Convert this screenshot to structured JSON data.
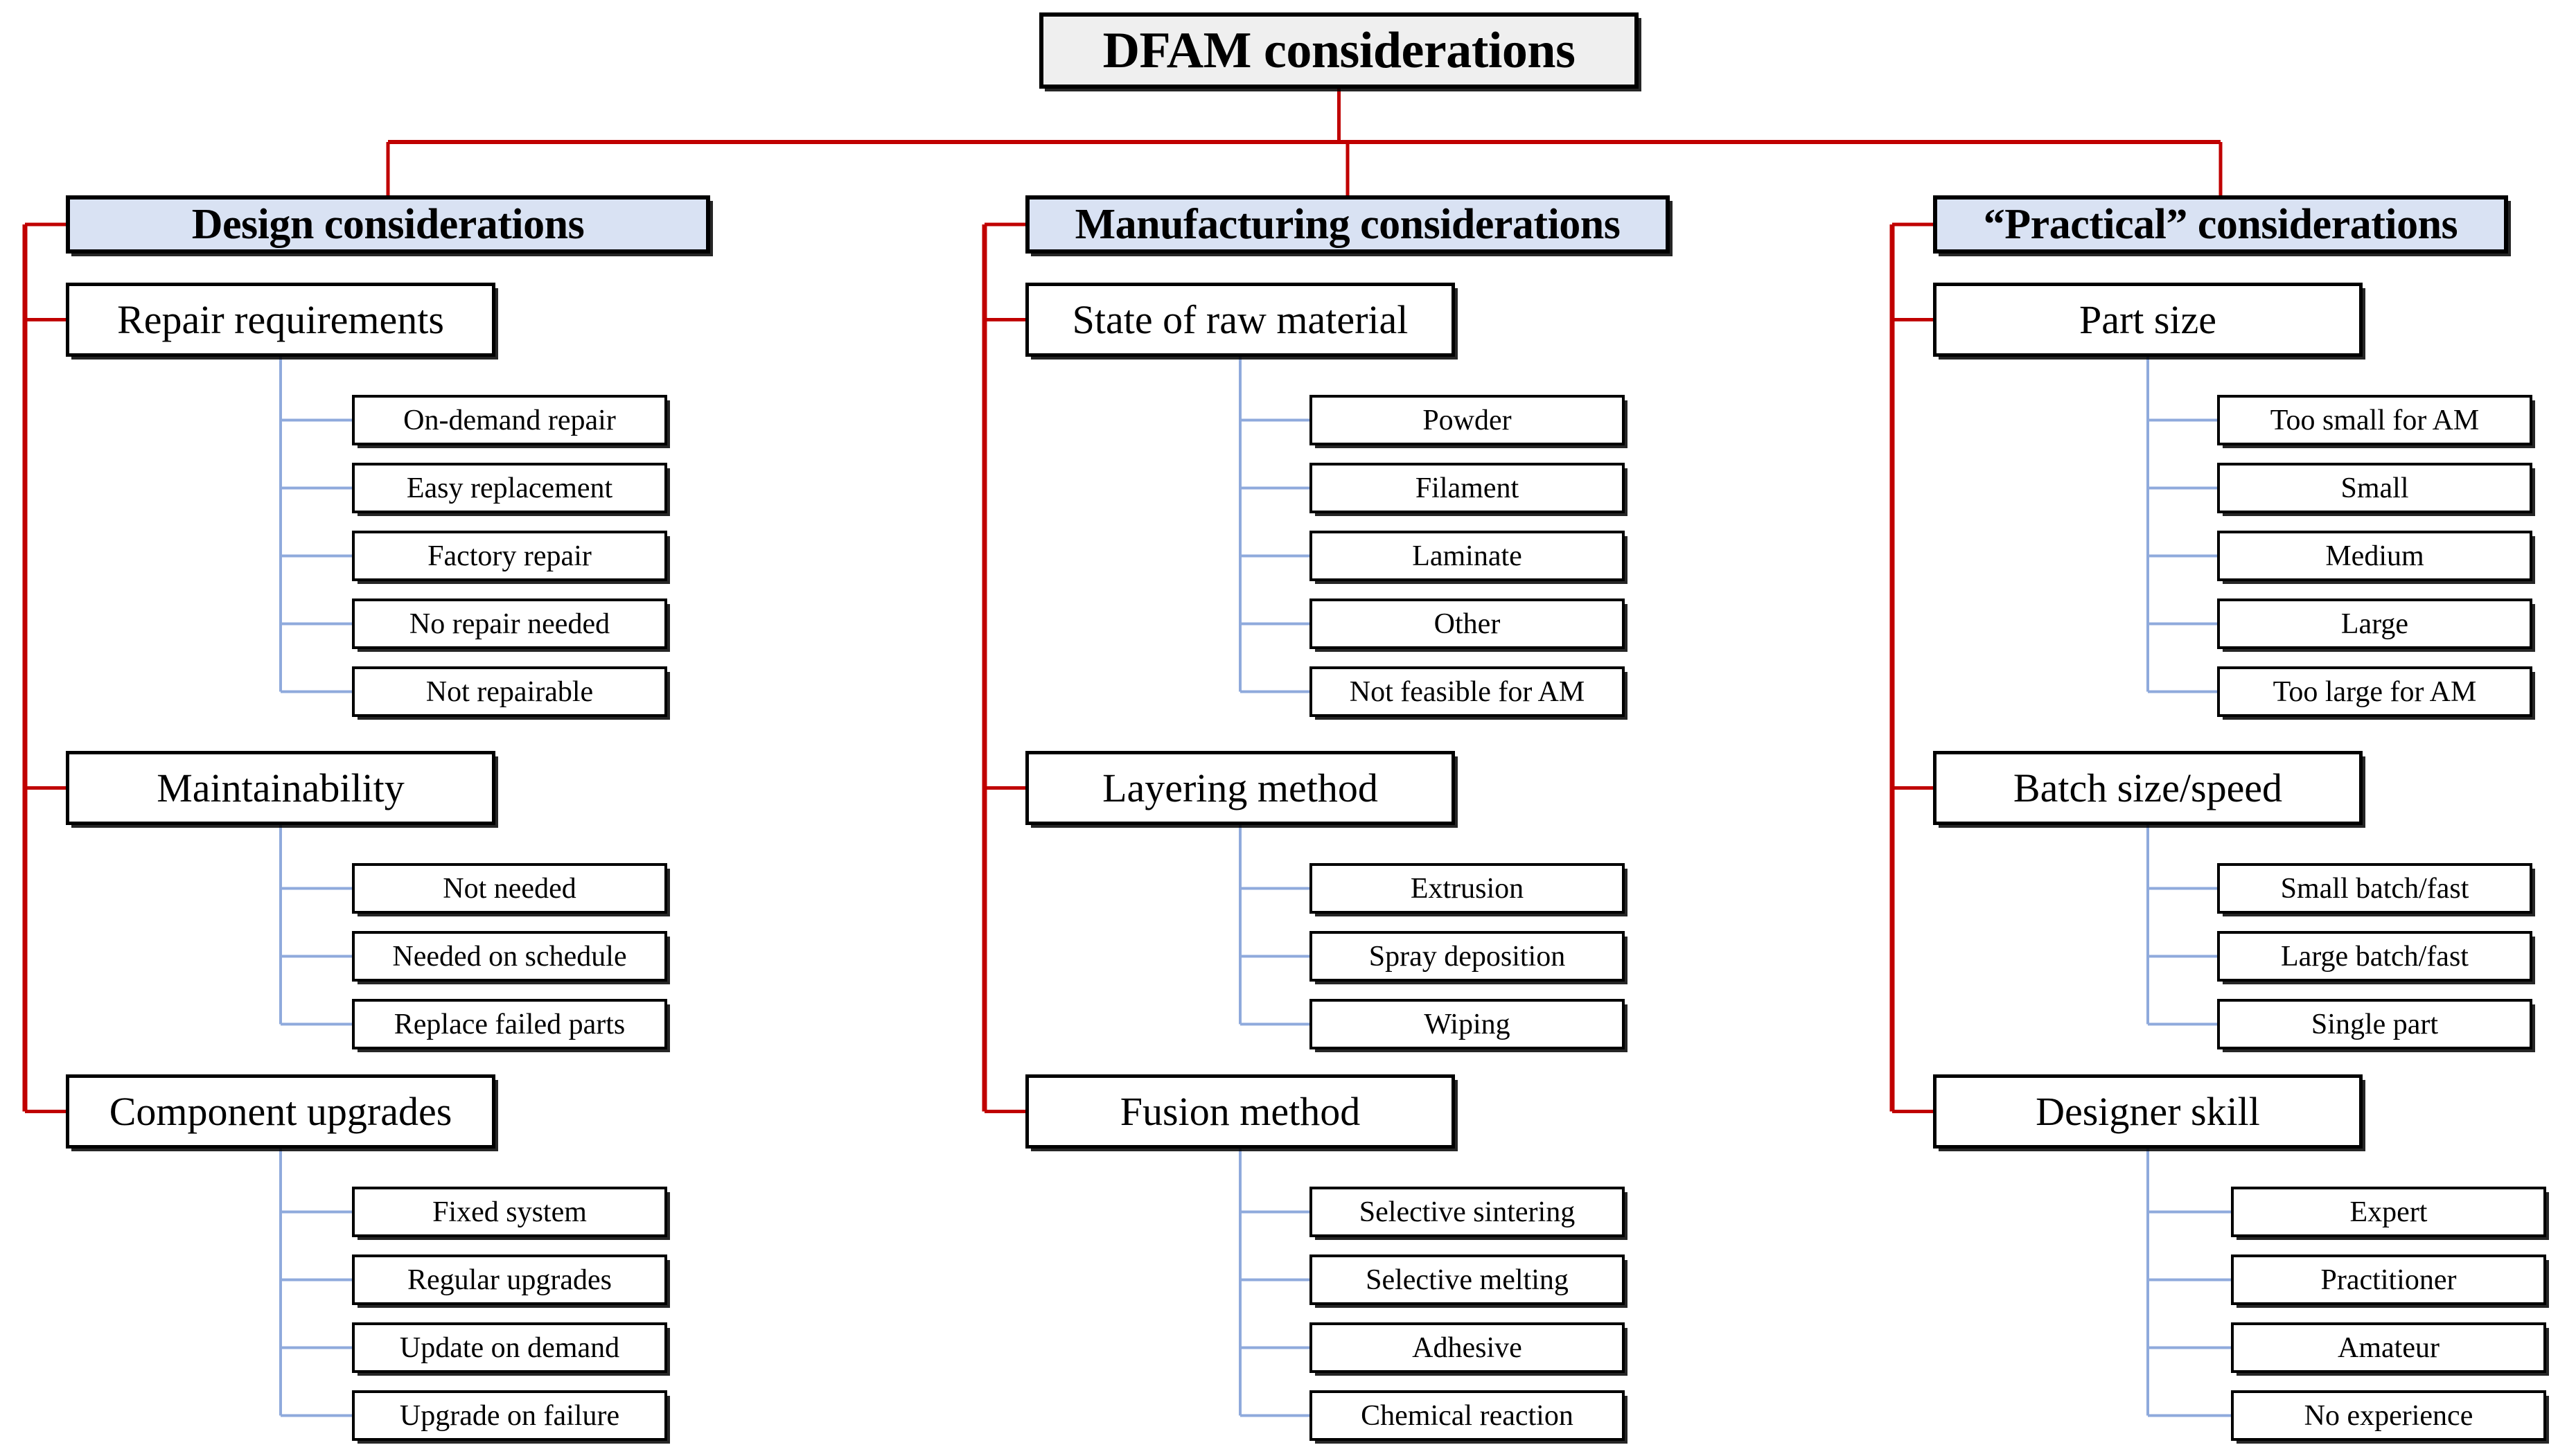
{
  "diagram": {
    "title": "DFAM considerations",
    "colors": {
      "primary_connector": "#c00000",
      "secondary_connector": "#8faadc",
      "level1_fill": "#efefef",
      "level2_fill": "#d9e2f3",
      "leaf_fill": "#ffffff",
      "border": "#000000"
    },
    "root": {
      "label": "DFAM considerations"
    },
    "branches": [
      {
        "label": "Design considerations",
        "groups": [
          {
            "label": "Repair requirements",
            "items": [
              "On-demand repair",
              "Easy replacement",
              "Factory repair",
              "No repair needed",
              "Not repairable"
            ]
          },
          {
            "label": "Maintainability",
            "items": [
              "Not needed",
              "Needed on schedule",
              "Replace failed parts"
            ]
          },
          {
            "label": "Component upgrades",
            "items": [
              "Fixed system",
              "Regular upgrades",
              "Update on demand",
              "Upgrade on failure"
            ]
          }
        ]
      },
      {
        "label": "Manufacturing considerations",
        "groups": [
          {
            "label": "State of raw material",
            "items": [
              "Powder",
              "Filament",
              "Laminate",
              "Other",
              "Not feasible for AM"
            ]
          },
          {
            "label": "Layering method",
            "items": [
              "Extrusion",
              "Spray deposition",
              "Wiping"
            ]
          },
          {
            "label": "Fusion method",
            "items": [
              "Selective sintering",
              "Selective melting",
              "Adhesive",
              "Chemical reaction"
            ]
          }
        ]
      },
      {
        "label": "“Practical” considerations",
        "groups": [
          {
            "label": "Part size",
            "items": [
              "Too small for AM",
              "Small",
              "Medium",
              "Large",
              "Too large for AM"
            ]
          },
          {
            "label": "Batch size/speed",
            "items": [
              "Small batch/fast",
              "Large batch/fast",
              "Single part"
            ]
          },
          {
            "label": "Designer skill",
            "items": [
              "Expert",
              "Practitioner",
              "Amateur",
              "No experience"
            ]
          }
        ]
      }
    ]
  }
}
